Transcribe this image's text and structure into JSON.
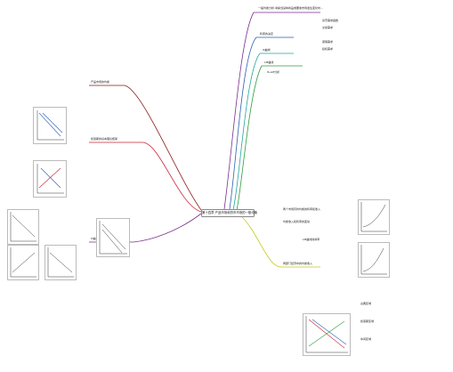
{
  "root": {
    "title": "第十四章 产品市场和货币市场的一般均衡"
  },
  "colors": {
    "purple": "#7b2e8c",
    "blue": "#2a5fb0",
    "teal": "#1fa7a0",
    "red": "#cc2233",
    "yellow": "#c8c81a",
    "green": "#2e9e3e",
    "darkred": "#8b1a1a"
  },
  "nodes": {
    "n1": "一般均衡分析:考察当某种商品或要素市场发生变化时...",
    "n2": "利率的决定",
    "n3": "IS曲线",
    "n4": "LM曲线",
    "n5": "IS-LM分析",
    "n6": "凯恩斯的基本理论框架",
    "n7": "货币需求函数",
    "n8": "交易需求",
    "n9": "谨慎需求",
    "n10": "投机需求",
    "n11": "IS曲线的推导",
    "n12": "产品市场的均衡",
    "n13": "两部门经济中的均衡收入",
    "n14": "LM曲线的斜率",
    "n15": "古典区域",
    "n16": "凯恩斯区域",
    "n17": "中间区域",
    "n18": "两个市场同时均衡的利率和收入",
    "n19": "均衡收入和利率的变动"
  }
}
